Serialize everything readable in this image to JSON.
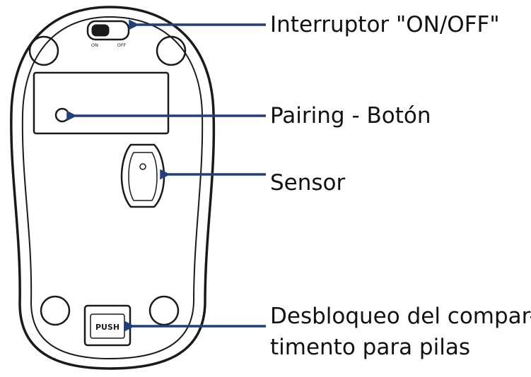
{
  "figure": {
    "ink_color": "#1a1a1a",
    "arrow_color": "#1f3f7f",
    "background": "#ffffff"
  },
  "mouse": {
    "switch_labels": {
      "on": "ON",
      "off": "OFF"
    },
    "push_label": "PUSH"
  },
  "callouts": [
    {
      "id": "power-switch",
      "text": "Interruptor \"ON/OFF\""
    },
    {
      "id": "pairing-button",
      "text": "Pairing - Botón"
    },
    {
      "id": "sensor",
      "text": "Sensor"
    },
    {
      "id": "battery-release",
      "text": "Desbloqueo del compar-\ntimento para pilas"
    }
  ]
}
